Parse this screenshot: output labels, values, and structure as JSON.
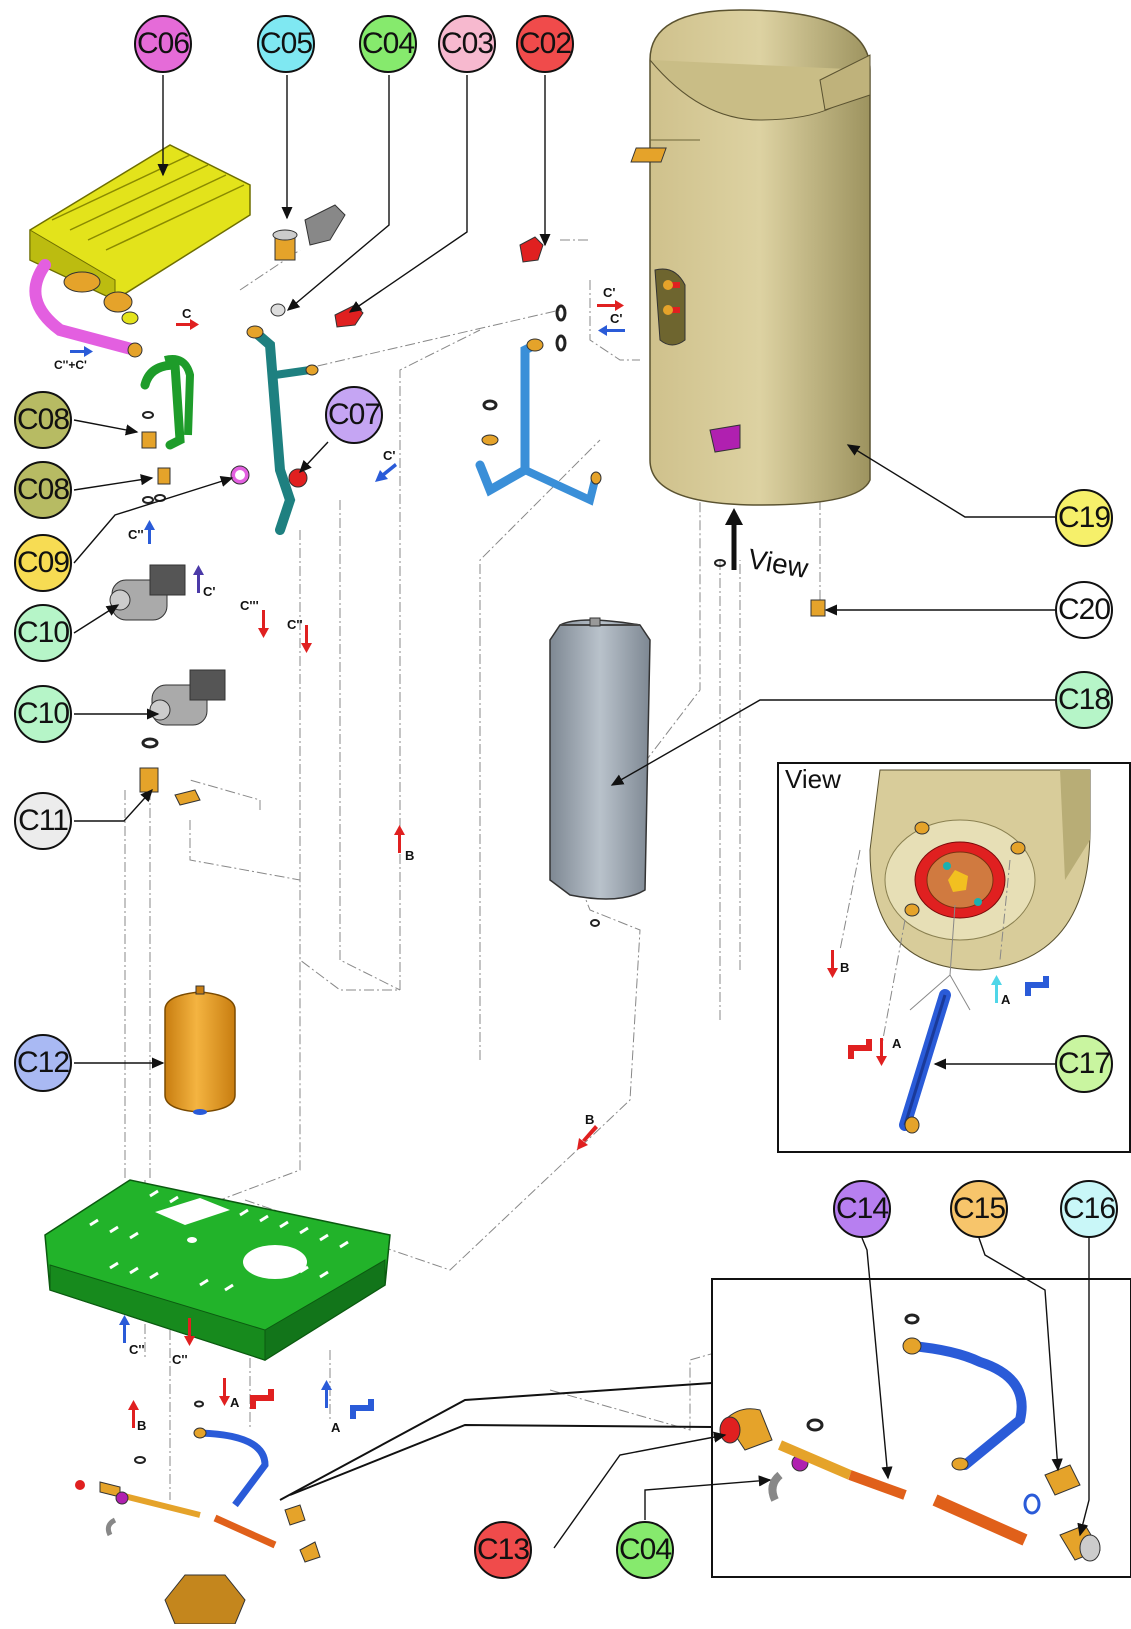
{
  "callouts": [
    {
      "label": "C06",
      "color": "#e56bd8"
    },
    {
      "label": "C05",
      "color": "#7fe8f2"
    },
    {
      "label": "C04",
      "color": "#86ea6d"
    },
    {
      "label": "C03",
      "color": "#f7b9cf"
    },
    {
      "label": "C02",
      "color": "#f04b4b"
    },
    {
      "label": "C08",
      "color": "#b7bb63"
    },
    {
      "label": "C08",
      "color": "#b7bb63"
    },
    {
      "label": "C07",
      "color": "#c5a5f3"
    },
    {
      "label": "C09",
      "color": "#f7dc53"
    },
    {
      "label": "C10",
      "color": "#b6f5c8"
    },
    {
      "label": "C10",
      "color": "#b6f5c8"
    },
    {
      "label": "C11",
      "color": "#ececec"
    },
    {
      "label": "C12",
      "color": "#a9b9f3"
    },
    {
      "label": "C19",
      "color": "#f6f06a"
    },
    {
      "label": "C20",
      "color": "#ffffff"
    },
    {
      "label": "C18",
      "color": "#b6f5c8"
    },
    {
      "label": "C17",
      "color": "#c9f5a0"
    },
    {
      "label": "C14",
      "color": "#b77ff0"
    },
    {
      "label": "C15",
      "color": "#f7c56b"
    },
    {
      "label": "C16",
      "color": "#c9f7f8"
    },
    {
      "label": "C13",
      "color": "#f04b4b"
    },
    {
      "label": "C04",
      "color": "#86ea6d"
    }
  ],
  "flow_labels": {
    "c_top": "C",
    "c_combined": "C''+C'",
    "c_prime_1": "C'",
    "c_prime_2": "C'",
    "c_prime_3": "C'",
    "c_prime_4": "C'",
    "c_dbl_1": "C''",
    "c_dbl_2": "C''",
    "c_dbl_3": "C''",
    "c_dbl_4": "C''",
    "c_triple": "C'''",
    "b_1": "B",
    "b_2": "B",
    "b_3": "B",
    "b_4": "B",
    "a_1": "A",
    "a_2": "A",
    "a_3": "A",
    "a_4": "A"
  },
  "view_label": "View",
  "inset_title": "View",
  "colors": {
    "tank": "#d8cc9a",
    "tank_dark": "#a99f6b",
    "heat_exchanger": "#e3e31b",
    "green_frame": "#22b32a",
    "vessel": "#9aa4ae",
    "pipe_blue": "#3a8fd8",
    "pipe_teal": "#1e8080",
    "brass": "#e5a32a",
    "pipe_magenta": "#e35fe0",
    "red": "#e02020"
  }
}
